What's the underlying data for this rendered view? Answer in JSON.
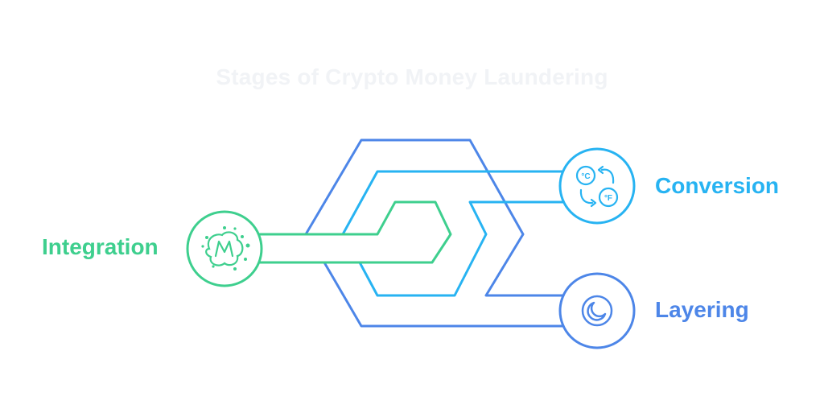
{
  "title": "Stages of Crypto Money Laundering",
  "stages": [
    {
      "id": "integration",
      "label": "Integration",
      "color": "#3ecf8e",
      "icon": "meetup-m-icon"
    },
    {
      "id": "conversion",
      "label": "Conversion",
      "color": "#27b3f2",
      "icon": "temperature-convert-icon",
      "icon_text": [
        "°C",
        "°F"
      ]
    },
    {
      "id": "layering",
      "label": "Layering",
      "color": "#4d86e8",
      "icon": "moon-icon"
    }
  ]
}
